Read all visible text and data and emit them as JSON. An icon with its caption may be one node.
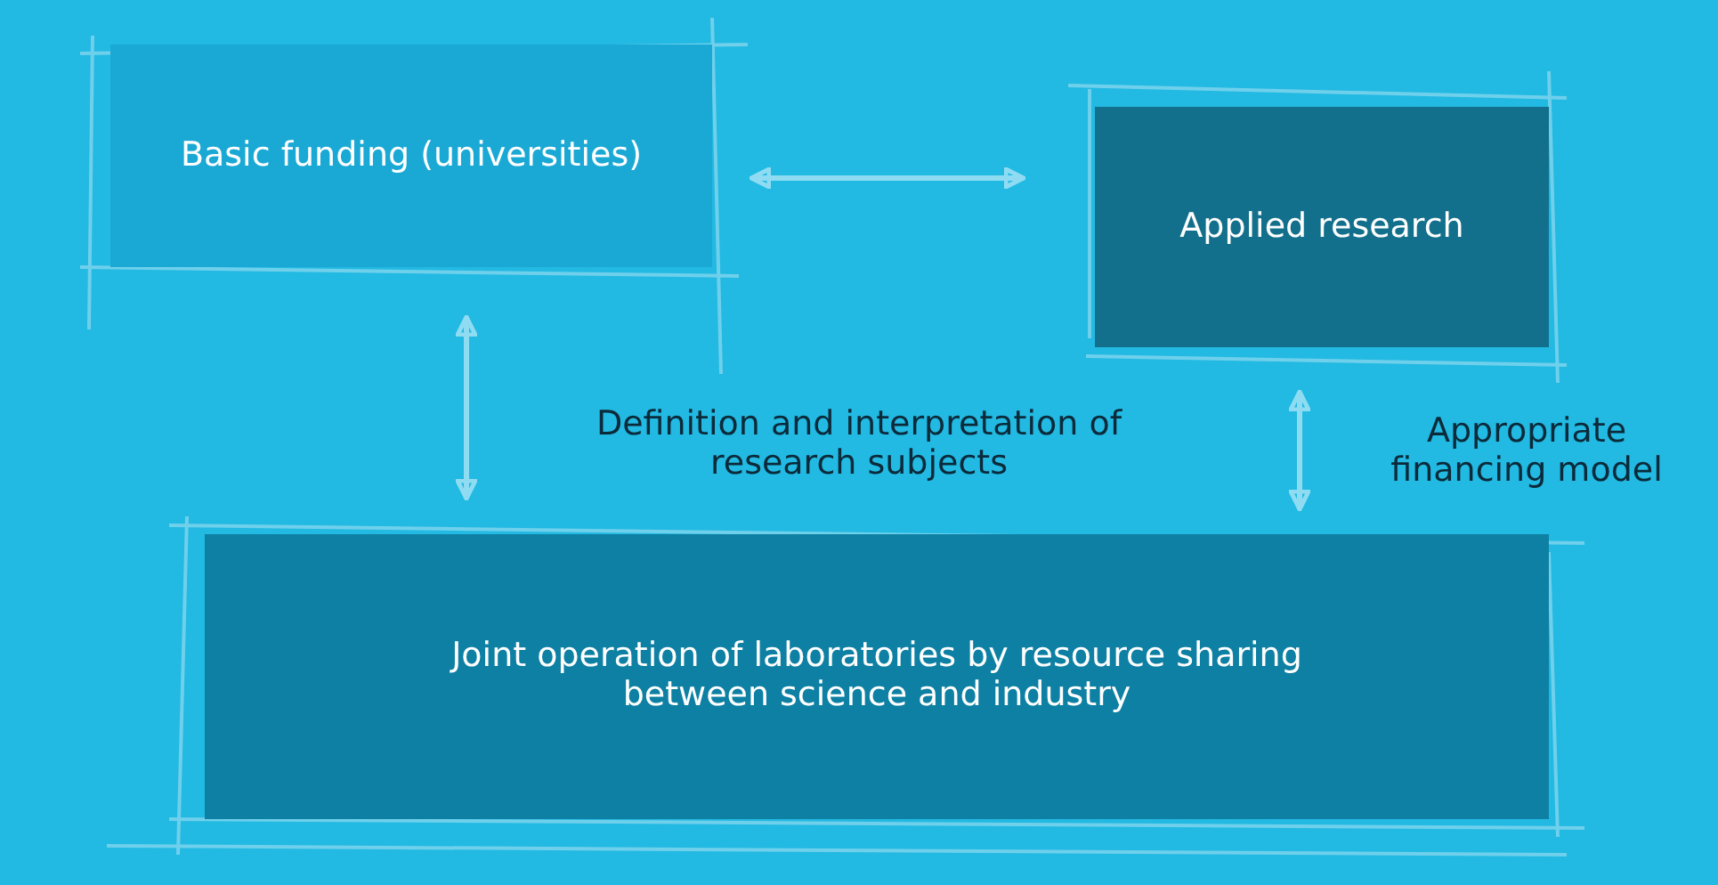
{
  "diagram": {
    "nodes": [
      {
        "text": [
          "Basic funding (universities)"
        ]
      },
      {
        "text": [
          "Applied research"
        ]
      },
      {
        "text": [
          "Joint operation of laboratories by resource sharing between science and industry"
        ]
      }
    ],
    "edges": [
      {
        "from": 0,
        "to": 1,
        "arrow": "both"
      },
      {
        "from": 0,
        "to": 2,
        "arrow": "both"
      },
      {
        "from": 1,
        "to": 2,
        "arrow": "both"
      }
    ],
    "labels": [
      "Definition and interpretation of research subjects",
      "Appropriate financing model"
    ]
  }
}
